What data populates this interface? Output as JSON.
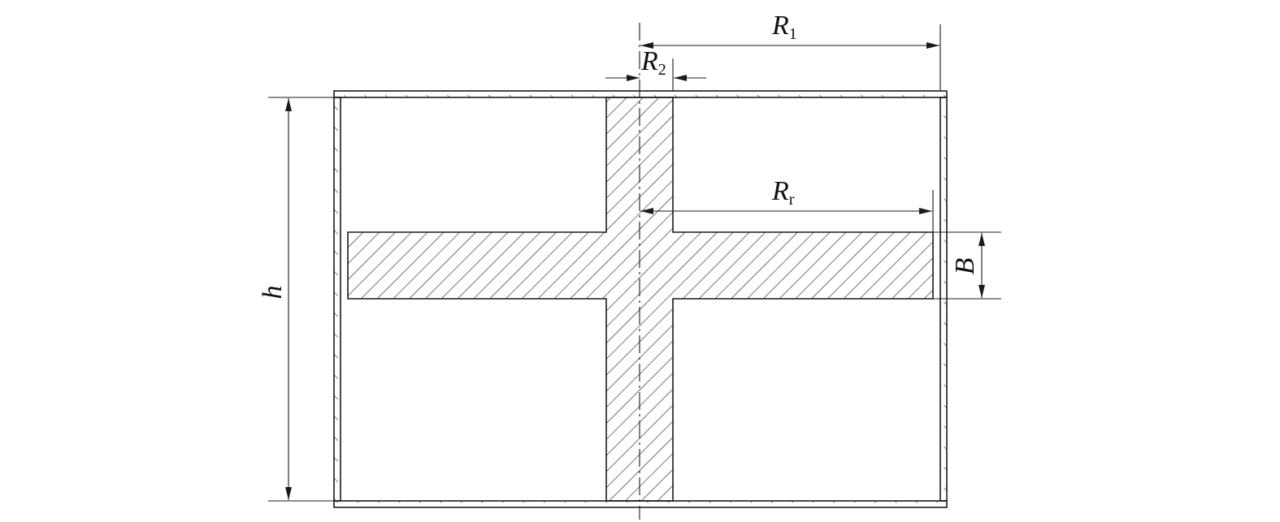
{
  "colors": {
    "line": "#1a1a1a",
    "background": "#ffffff"
  },
  "labels": {
    "r1": {
      "main": "R",
      "sub": "1"
    },
    "r2": {
      "main": "R",
      "sub": "2"
    },
    "rr": {
      "main": "R",
      "sub": "r"
    },
    "b": "B",
    "h": "h"
  }
}
